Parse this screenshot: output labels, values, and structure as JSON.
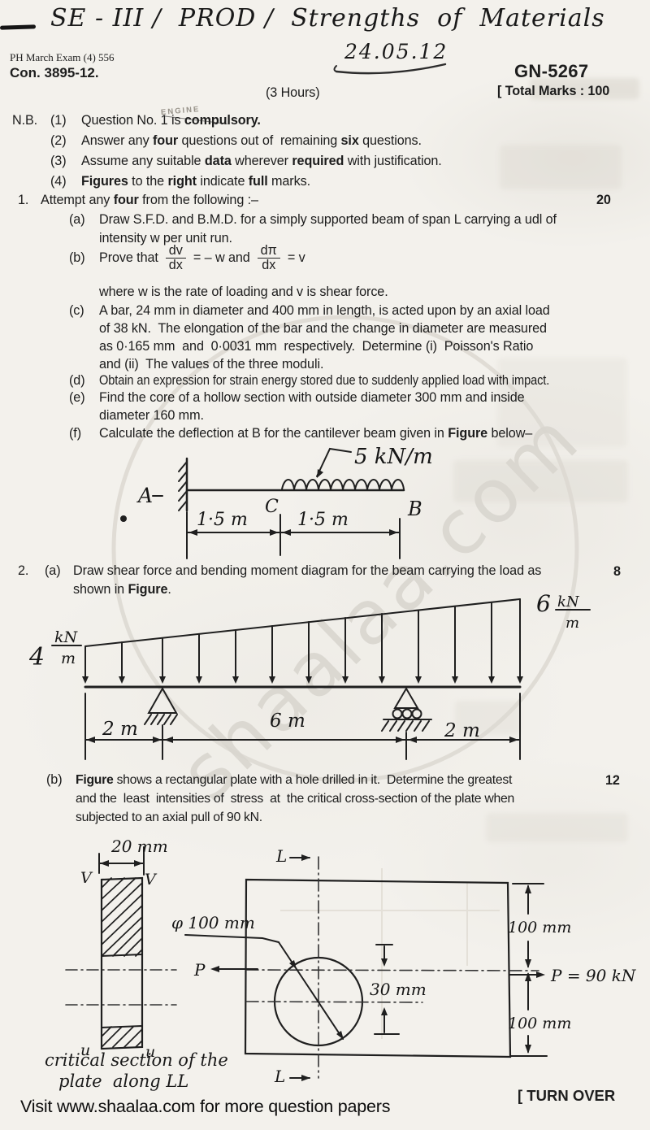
{
  "header": {
    "handwritten_title": "SE - III /  PROD /  Strengths  of  Materials",
    "handwritten_date": "24.05.12",
    "exam_ref": "PH March Exam (4)  556",
    "con_number": "Con. 3895-12.",
    "paper_code": "GN-5267",
    "duration": "(3 Hours)",
    "total_marks": "[ Total Marks : 100"
  },
  "nb": {
    "label": "N.B.",
    "stamp_text": "ENGINE",
    "items": [
      {
        "num": "(1)",
        "segments": [
          [
            "Question No. 1 is ",
            0
          ],
          [
            "compulsory.",
            1
          ]
        ]
      },
      {
        "num": "(2)",
        "segments": [
          [
            "Answer any ",
            0
          ],
          [
            "four",
            1
          ],
          [
            " questions out of  remaining ",
            0
          ],
          [
            "six",
            1
          ],
          [
            " questions.",
            0
          ]
        ]
      },
      {
        "num": "(3)",
        "segments": [
          [
            "Assume any suitable ",
            0
          ],
          [
            "data",
            1
          ],
          [
            " wherever ",
            0
          ],
          [
            "required",
            1
          ],
          [
            " with justification.",
            0
          ]
        ]
      },
      {
        "num": "(4)",
        "segments": [
          [
            "Figures",
            1
          ],
          [
            " to the ",
            0
          ],
          [
            "right",
            1
          ],
          [
            " indicate ",
            0
          ],
          [
            "full",
            1
          ],
          [
            " marks.",
            0
          ]
        ]
      }
    ]
  },
  "q1": {
    "number": "1.",
    "intro": [
      [
        "Attempt any ",
        0
      ],
      [
        "four",
        1
      ],
      [
        " from the following :–",
        0
      ]
    ],
    "marks": "20",
    "a_label": "(a)",
    "a_line1": "Draw S.F.D. and B.M.D. for a simply supported beam of span L carrying a udl of",
    "a_line2": "intensity w per unit run.",
    "b_label": "(b)",
    "b_prefix": "Prove that",
    "b_frac1_num": "dv",
    "b_frac1_den": "dx",
    "b_eq1": "= – w and",
    "b_frac2_num": "dπ",
    "b_frac2_den": "dx",
    "b_eq2": "= v",
    "b_where": "where w is the rate of loading and v is shear force.",
    "c_label": "(c)",
    "c_line1": "A bar, 24 mm in diameter and 400 mm in length, is acted upon by an axial load",
    "c_line2": "of 38 kN.  The elongation of the bar and the change in diameter are measured",
    "c_line3": "as 0·165 mm  and  0·0031 mm  respectively.  Determine (i)  Poisson's Ratio",
    "c_line4": "and (ii)  The values of the three moduli.",
    "d_label": "(d)",
    "d_line1": "Obtain an expression for strain energy stored due to suddenly applied load with impact.",
    "e_label": "(e)",
    "e_line1": "Find the core of a hollow section with outside diameter 300 mm and inside",
    "e_line2": "diameter 160 mm.",
    "f_label": "(f)",
    "f_line": [
      [
        "Calculate the deflection at B for the cantilever beam given in ",
        0
      ],
      [
        "Figure",
        1
      ],
      [
        " below–",
        0
      ]
    ]
  },
  "fig1f": {
    "load_label": "5 kN/m",
    "label_a": "A",
    "label_b": "B",
    "label_c": "C",
    "dim_left": "1·5 m",
    "dim_right": "1·5 m"
  },
  "q2": {
    "number": "2.",
    "a_label": "(a)",
    "a_line1": "Draw shear force and bending moment diagram for the beam carrying the load as",
    "a_line2": [
      [
        "shown in ",
        0
      ],
      [
        "Figure",
        1
      ],
      [
        ".",
        0
      ]
    ],
    "a_marks": "8",
    "b_label": "(b)",
    "b_line1": [
      [
        "Figure",
        1
      ],
      [
        " shows a rectangular plate with a hole drilled in it.  Determine the greatest",
        0
      ]
    ],
    "b_line2": "and the  least  intensities of  stress  at  the critical cross-section of the plate when",
    "b_line3": "subjected to an axial pull of 90 kN.",
    "b_marks": "12"
  },
  "fig2a": {
    "left_value": "4",
    "right_value": "6",
    "unit_num": "kN",
    "unit_den": "m",
    "dim_left": "2 m",
    "dim_mid": "6 m",
    "dim_right": "2 m"
  },
  "fig2b": {
    "width_label": "20 mm",
    "v_label": "V",
    "u_label": "u",
    "dia_label": "φ 100 mm",
    "p_label": "P",
    "offset_label": "30 mm",
    "dim_top": "100 mm",
    "dim_bottom": "100 mm",
    "force_label": "P = 90 kN",
    "l_label": "L",
    "caption_line1": "critical section of the",
    "caption_line2": "plate  along LL"
  },
  "footer": {
    "turn_over": "[ TURN OVER",
    "visit_note": "Visit www.shaalaa.com for more question papers"
  },
  "watermark": {
    "text": "shaalaa.com"
  }
}
